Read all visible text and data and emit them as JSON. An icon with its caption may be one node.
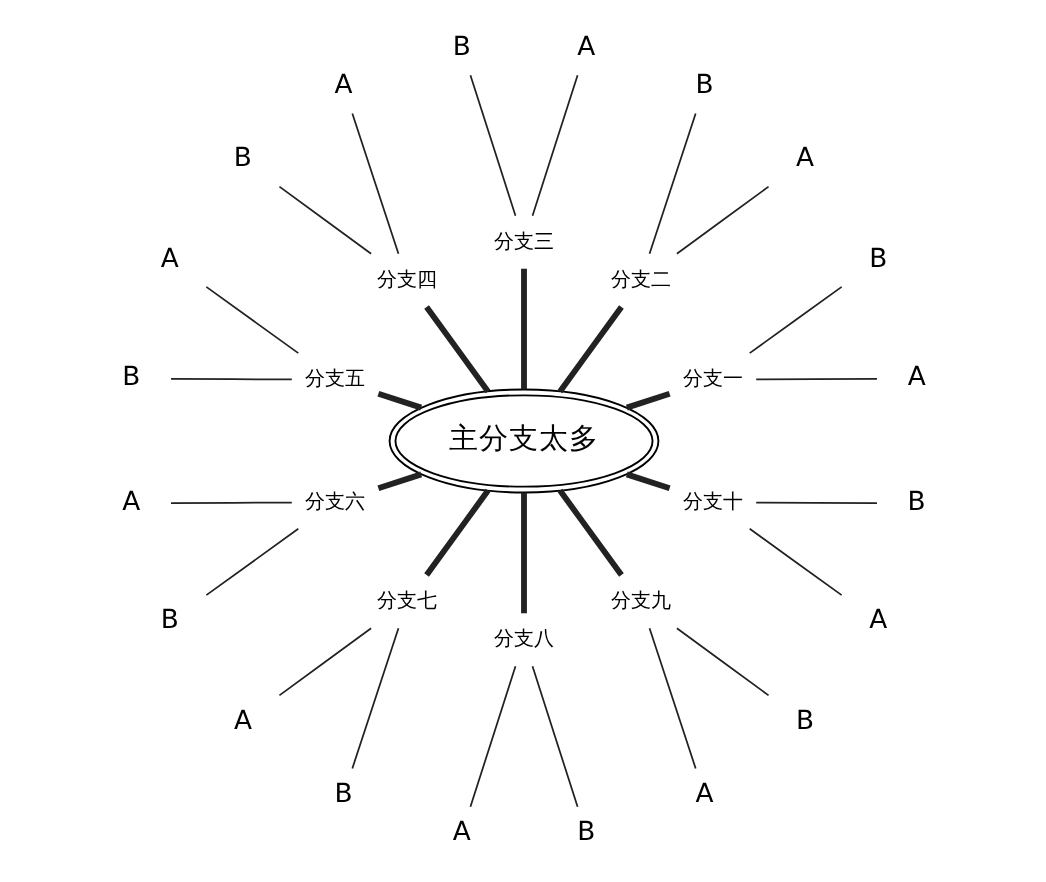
{
  "diagram": {
    "nodes": [
      {
        "text": [
          "主分支太多"
        ]
      },
      {
        "text": [
          "分支一"
        ]
      },
      {
        "text": [
          "A"
        ]
      },
      {
        "text": [
          "B"
        ]
      },
      {
        "text": [
          "分支二"
        ]
      },
      {
        "text": [
          "A"
        ]
      },
      {
        "text": [
          "B"
        ]
      },
      {
        "text": [
          "分支三"
        ]
      },
      {
        "text": [
          "A"
        ]
      },
      {
        "text": [
          "B"
        ]
      },
      {
        "text": [
          "分支四"
        ]
      },
      {
        "text": [
          "A"
        ]
      },
      {
        "text": [
          "B"
        ]
      },
      {
        "text": [
          "分支五"
        ]
      },
      {
        "text": [
          "A"
        ]
      },
      {
        "text": [
          "B"
        ]
      },
      {
        "text": [
          "分支六"
        ]
      },
      {
        "text": [
          "A"
        ]
      },
      {
        "text": [
          "B"
        ]
      },
      {
        "text": [
          "分支七"
        ]
      },
      {
        "text": [
          "A"
        ]
      },
      {
        "text": [
          "B"
        ]
      },
      {
        "text": [
          "分支八"
        ]
      },
      {
        "text": [
          "A"
        ]
      },
      {
        "text": [
          "B"
        ]
      },
      {
        "text": [
          "分支九"
        ]
      },
      {
        "text": [
          "A"
        ]
      },
      {
        "text": [
          "B"
        ]
      },
      {
        "text": [
          "分支十"
        ]
      },
      {
        "text": [
          "A"
        ]
      },
      {
        "text": [
          "B"
        ]
      }
    ],
    "edges": [
      {
        "from": 0,
        "to": 1,
        "arrow": "none",
        "style": "thick"
      },
      {
        "from": 1,
        "to": 2,
        "arrow": "none"
      },
      {
        "from": 1,
        "to": 3,
        "arrow": "none"
      },
      {
        "from": 0,
        "to": 4,
        "arrow": "none",
        "style": "thick"
      },
      {
        "from": 4,
        "to": 5,
        "arrow": "none"
      },
      {
        "from": 4,
        "to": 6,
        "arrow": "none"
      },
      {
        "from": 0,
        "to": 7,
        "arrow": "none",
        "style": "thick"
      },
      {
        "from": 7,
        "to": 8,
        "arrow": "none"
      },
      {
        "from": 7,
        "to": 9,
        "arrow": "none"
      },
      {
        "from": 0,
        "to": 10,
        "arrow": "none",
        "style": "thick"
      },
      {
        "from": 10,
        "to": 11,
        "arrow": "none"
      },
      {
        "from": 10,
        "to": 12,
        "arrow": "none"
      },
      {
        "from": 0,
        "to": 13,
        "arrow": "none",
        "style": "thick"
      },
      {
        "from": 13,
        "to": 14,
        "arrow": "none"
      },
      {
        "from": 13,
        "to": 15,
        "arrow": "none"
      },
      {
        "from": 0,
        "to": 16,
        "arrow": "none",
        "style": "thick"
      },
      {
        "from": 16,
        "to": 17,
        "arrow": "none"
      },
      {
        "from": 16,
        "to": 18,
        "arrow": "none"
      },
      {
        "from": 0,
        "to": 19,
        "arrow": "none",
        "style": "thick"
      },
      {
        "from": 19,
        "to": 20,
        "arrow": "none"
      },
      {
        "from": 19,
        "to": 21,
        "arrow": "none"
      },
      {
        "from": 0,
        "to": 22,
        "arrow": "none",
        "style": "thick"
      },
      {
        "from": 22,
        "to": 23,
        "arrow": "none"
      },
      {
        "from": 22,
        "to": 24,
        "arrow": "none"
      },
      {
        "from": 0,
        "to": 25,
        "arrow": "none",
        "style": "thick"
      },
      {
        "from": 25,
        "to": 26,
        "arrow": "none"
      },
      {
        "from": 25,
        "to": 27,
        "arrow": "none"
      },
      {
        "from": 0,
        "to": 28,
        "arrow": "none",
        "style": "thick"
      },
      {
        "from": 28,
        "to": 29,
        "arrow": "none"
      },
      {
        "from": 28,
        "to": 30,
        "arrow": "none"
      }
    ]
  }
}
